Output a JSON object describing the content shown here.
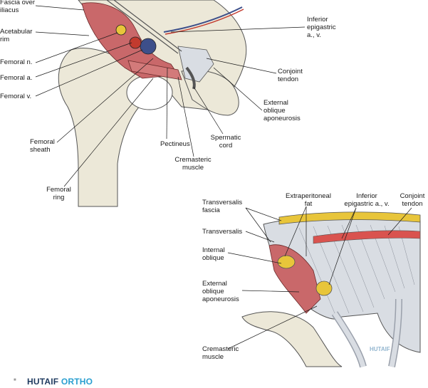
{
  "top_figure": {
    "labels": {
      "fascia_over_iliacus": "Fascia over\niliacus",
      "acetabular_rim": "Acetabular\nrim",
      "femoral_n": "Femoral n.",
      "femoral_a": "Femoral a.",
      "femoral_v": "Femoral v.",
      "femoral_sheath": "Femoral\nsheath",
      "femoral_ring": "Femoral\nring",
      "pectineus": "Pectineus",
      "cremasteric_muscle": "Cremasteric\nmuscle",
      "spermatic_cord": "Spermatic\ncord",
      "external_oblique_aponeurosis": "External\noblique\naponeurosis",
      "conjoint_tendon": "Conjoint\ntendon",
      "inferior_epigastric": "Inferior\nepigastric\na., v."
    }
  },
  "bottom_figure": {
    "labels": {
      "transversalis_fascia": "Transversalis\nfascia",
      "extraperitoneal_fat": "Extraperitoneal\nfat",
      "inferior_epigastric": "Inferior\nepigastric a., v.",
      "conjoint_tendon": "Conjoint\ntendon",
      "transversalis": "Transversalis",
      "internal_oblique": "Internal\noblique",
      "external_oblique_aponeurosis": "External\noblique\naponeurosis",
      "cremasteric_muscle": "Cremasteric\nmuscle"
    }
  },
  "brand": {
    "part1": "HUTAIF",
    "part2": "ORTHO"
  },
  "watermark": "HUTAIF",
  "colors": {
    "bone": "#ece8d8",
    "muscle": "#c9686a",
    "fat": "#e8c53a",
    "vein": "#3d4f8a",
    "artery": "#c23a2e"
  }
}
